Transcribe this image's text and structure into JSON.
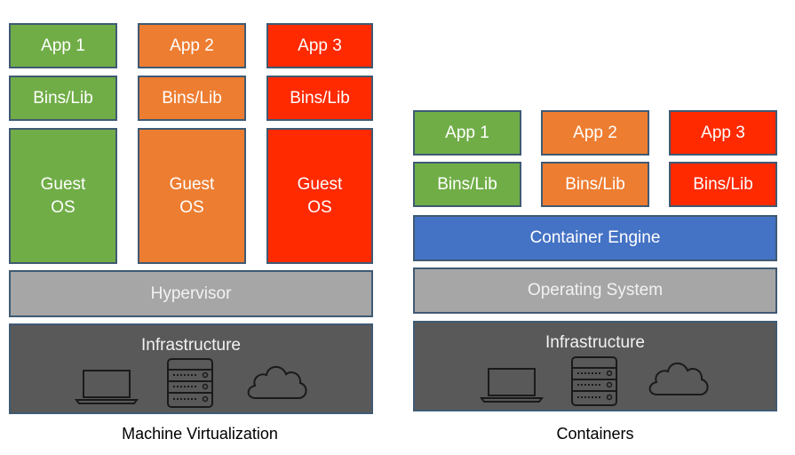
{
  "colors": {
    "app1": "#70ad47",
    "app2": "#ed7d31",
    "app3": "#ff2a00",
    "hypervisor": "#a6a6a6",
    "container_engine": "#4472c4",
    "infrastructure": "#595959",
    "border": "#3f5a73"
  },
  "vm": {
    "apps": [
      "App 1",
      "App 2",
      "App 3"
    ],
    "bins": [
      "Bins/Lib",
      "Bins/Lib",
      "Bins/Lib"
    ],
    "guest_os": [
      "Guest\nOS",
      "Guest\nOS",
      "Guest\nOS"
    ],
    "hypervisor": "Hypervisor",
    "infrastructure": "Infrastructure",
    "caption": "Machine Virtualization",
    "icons": [
      "laptop-icon",
      "server-icon",
      "cloud-icon"
    ]
  },
  "containers": {
    "apps": [
      "App 1",
      "App 2",
      "App 3"
    ],
    "bins": [
      "Bins/Lib",
      "Bins/Lib",
      "Bins/Lib"
    ],
    "container_engine": "Container Engine",
    "operating_system": "Operating System",
    "infrastructure": "Infrastructure",
    "caption": "Containers",
    "icons": [
      "laptop-icon",
      "server-icon",
      "cloud-icon"
    ]
  }
}
